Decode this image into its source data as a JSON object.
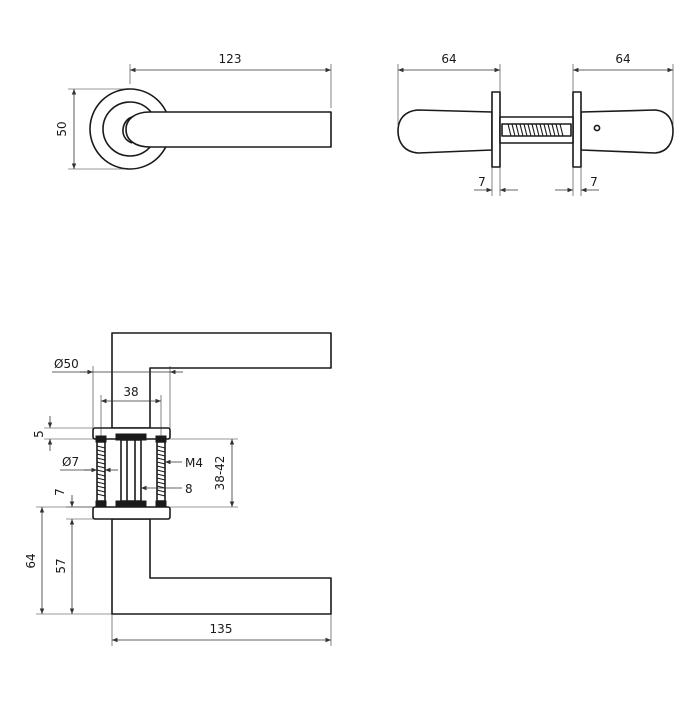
{
  "colors": {
    "line": "#1a1a1a",
    "background": "#ffffff"
  },
  "top_view": {
    "length": "123",
    "height": "50"
  },
  "side_view": {
    "left_length": "64",
    "right_length": "64",
    "left_rose": "7",
    "right_rose": "7"
  },
  "section_view": {
    "rose_diameter": "Ø50",
    "screw_spacing": "38",
    "rose_height": "5",
    "pin_diameter": "Ø7",
    "thread": "M4",
    "door_thickness": "38-42",
    "spindle": "8",
    "bottom_rose": "7",
    "total_height": "64",
    "lever_height": "57",
    "lever_length": "135"
  }
}
